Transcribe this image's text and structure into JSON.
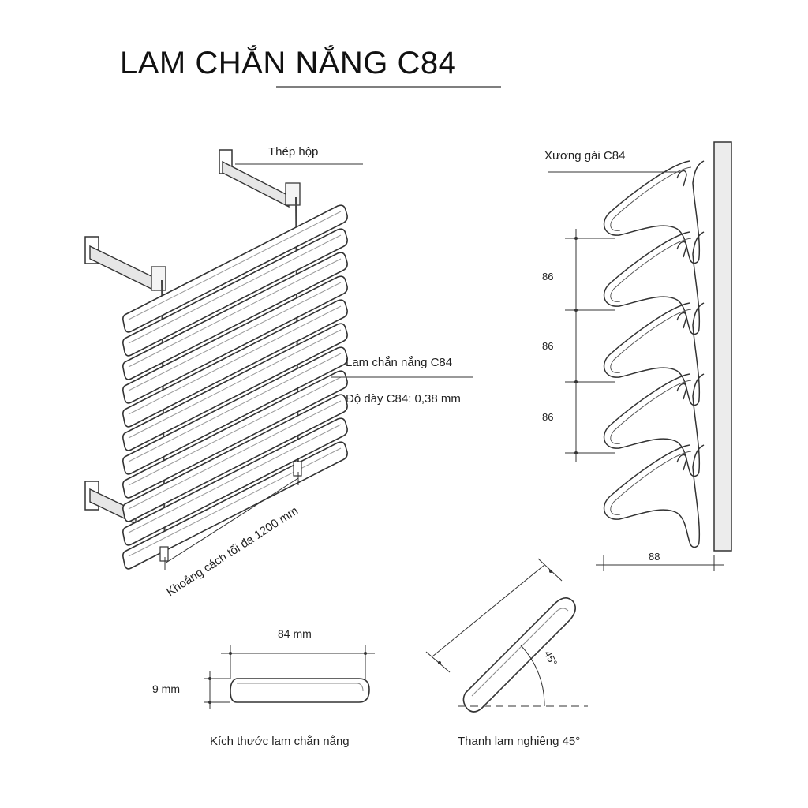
{
  "title": "LAM CHẮN NẮNG C84",
  "labels": {
    "steel_box": "Thép hộp",
    "keel": "Xương gài C84",
    "louver": "Lam chắn nắng C84",
    "thickness": "Độ dày C84: 0,38 mm",
    "spacing": "Khoảng cách tối đa 1200 mm",
    "size_caption": "Kích thước lam chắn nắng",
    "tilt_caption": "Thanh lam nghiêng 45°"
  },
  "dimensions": {
    "pitch_1": "86",
    "pitch_2": "86",
    "pitch_3": "86",
    "depth": "88",
    "width": "84 mm",
    "height": "9 mm",
    "angle": "45°"
  }
}
